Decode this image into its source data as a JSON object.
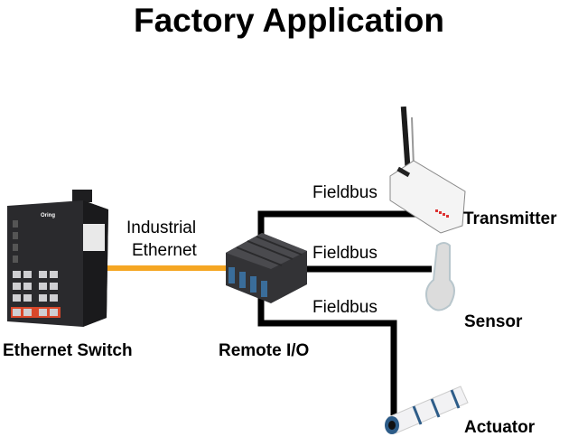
{
  "title": "Factory Application",
  "links": {
    "ethernet_label_line1": "Industrial",
    "ethernet_label_line2": "Ethernet",
    "fieldbus_top": "Fieldbus",
    "fieldbus_mid": "Fieldbus",
    "fieldbus_bottom": "Fieldbus"
  },
  "devices": {
    "switch": {
      "label": "Ethernet Switch",
      "brand": "Oring"
    },
    "remote_io": {
      "label": "Remote I/O"
    },
    "transmitter": {
      "label": "Transmitter"
    },
    "sensor": {
      "label": "Sensor"
    },
    "actuator": {
      "label": "Actuator"
    }
  },
  "colors": {
    "ethernet_line": "#F5A623",
    "fieldbus_line": "#000000",
    "device_dark": "#2b2b2e",
    "port_orange": "#d9482b",
    "io_blue": "#3a6d9a"
  }
}
